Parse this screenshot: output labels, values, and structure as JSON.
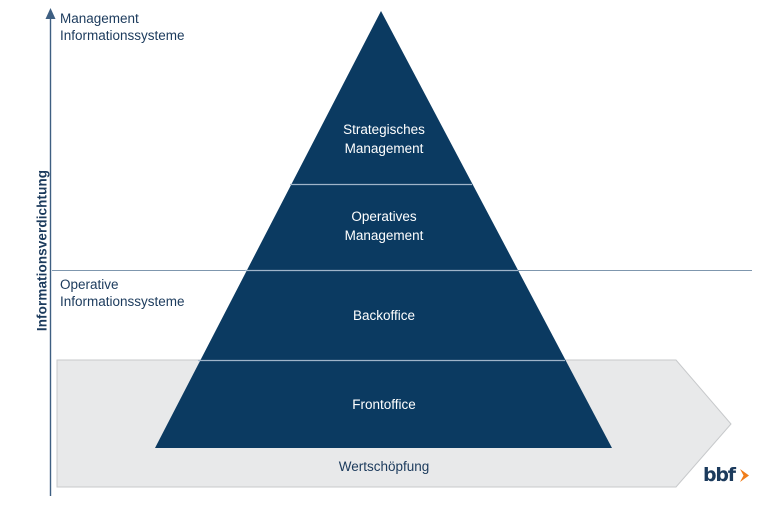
{
  "diagram": {
    "title_hidden": "",
    "axis": {
      "title": "Informationsverdichtung",
      "direction_icon": "up-arrow-icon"
    },
    "side_labels": [
      {
        "id": "mis",
        "text": "Management\nInformationssysteme"
      },
      {
        "id": "ois",
        "text": "Operative\nInformationssysteme"
      }
    ],
    "pyramid": {
      "tiers": [
        {
          "id": "strategic",
          "label": "Strategisches\nManagement"
        },
        {
          "id": "operational",
          "label": "Operatives\nManagement"
        },
        {
          "id": "backoffice",
          "label": "Backoffice"
        },
        {
          "id": "frontoffice",
          "label": "Frontoffice"
        }
      ]
    },
    "value_band": {
      "label": "Wertschöpfung",
      "shape": "right-arrow-banner"
    },
    "logo": {
      "wordmark": "bbf",
      "chevron_icon": "chevron-right-icon"
    },
    "colors": {
      "pyramid_fill": "#0b3a61",
      "pyramid_fill_dark": "#0a3358",
      "band_fill": "#e8e9ea",
      "band_stroke": "#c2c4c6",
      "text_navy": "#1b3a5c",
      "axis_line": "#3e5f82",
      "divider": "#8fa8be",
      "logo_orange": "#f07d1a"
    }
  }
}
